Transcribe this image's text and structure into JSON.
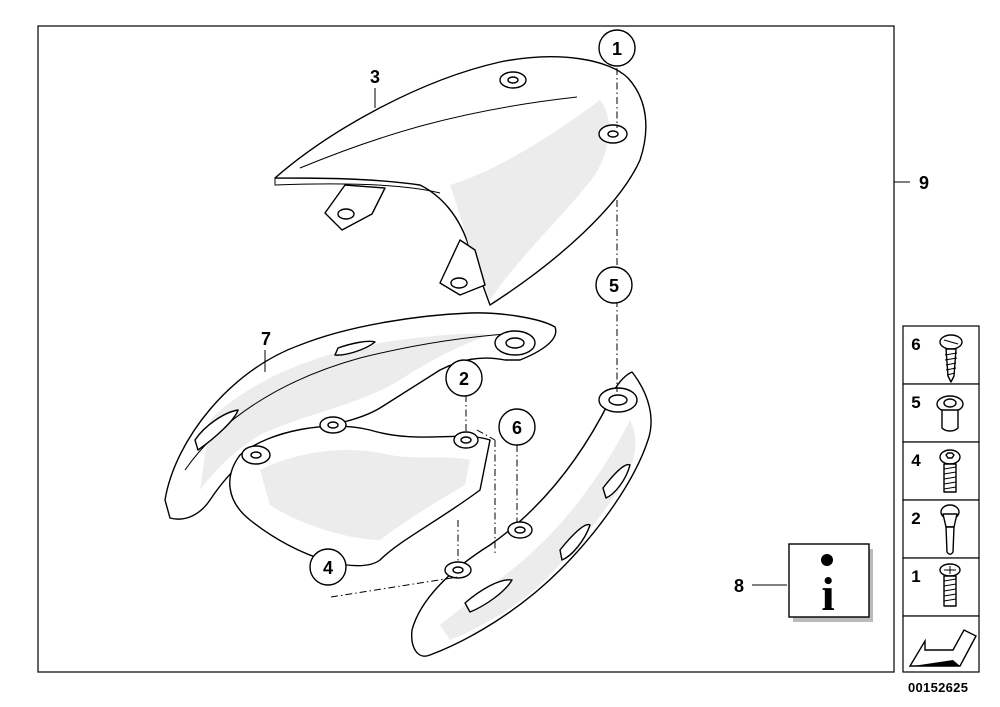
{
  "diagram": {
    "callouts": {
      "item_1": "1",
      "item_2": "2",
      "item_3": "3",
      "item_4": "4",
      "item_5": "5",
      "item_6": "6",
      "item_7": "7",
      "item_8": "8",
      "item_9": "9"
    },
    "info_symbol": "i",
    "side_panel": {
      "rows": [
        {
          "label": "6",
          "icon": "tapping-screw-icon"
        },
        {
          "label": "5",
          "icon": "rubber-grommet-icon"
        },
        {
          "label": "4",
          "icon": "hex-socket-screw-icon"
        },
        {
          "label": "2",
          "icon": "pin-icon"
        },
        {
          "label": "1",
          "icon": "phillips-screw-icon"
        }
      ],
      "arrow_icon": "navigation-arrow-icon"
    },
    "document_id": "00152625"
  }
}
